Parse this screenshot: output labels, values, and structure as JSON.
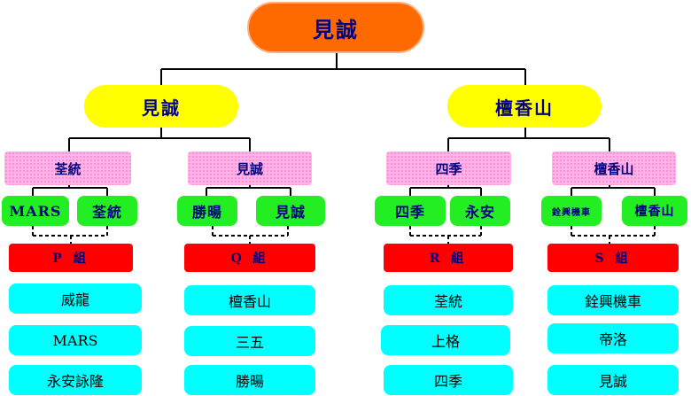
{
  "root": {
    "label": "見誠"
  },
  "level1": [
    {
      "label": "見誠"
    },
    {
      "label": "檀香山"
    }
  ],
  "level2": [
    {
      "label": "荃統"
    },
    {
      "label": "見誠"
    },
    {
      "label": "四季"
    },
    {
      "label": "檀香山"
    }
  ],
  "level3": [
    {
      "label": "MARS"
    },
    {
      "label": "荃統"
    },
    {
      "label": "勝暘"
    },
    {
      "label": "見誠"
    },
    {
      "label": "四季"
    },
    {
      "label": "永安"
    },
    {
      "label": "銓興機車"
    },
    {
      "label": "檀香山"
    }
  ],
  "groups": [
    {
      "label": "P 組",
      "teams": [
        "威龍",
        "MARS",
        "永安詠隆"
      ]
    },
    {
      "label": "Q 組",
      "teams": [
        "檀香山",
        "三五",
        "勝暘"
      ]
    },
    {
      "label": "R 組",
      "teams": [
        "荃統",
        "上格",
        "四季"
      ]
    },
    {
      "label": "S 組",
      "teams": [
        "銓興機車",
        "帝洛",
        "見誠"
      ]
    }
  ],
  "colors": {
    "root_fill": "#ff6a00",
    "level1_fill": "#ffff00",
    "level2_fill": "#ffb3e6",
    "level3_fill": "#22ee22",
    "group_fill": "#ff0000",
    "team_fill": "#00ffff",
    "label_text": "#000080"
  }
}
